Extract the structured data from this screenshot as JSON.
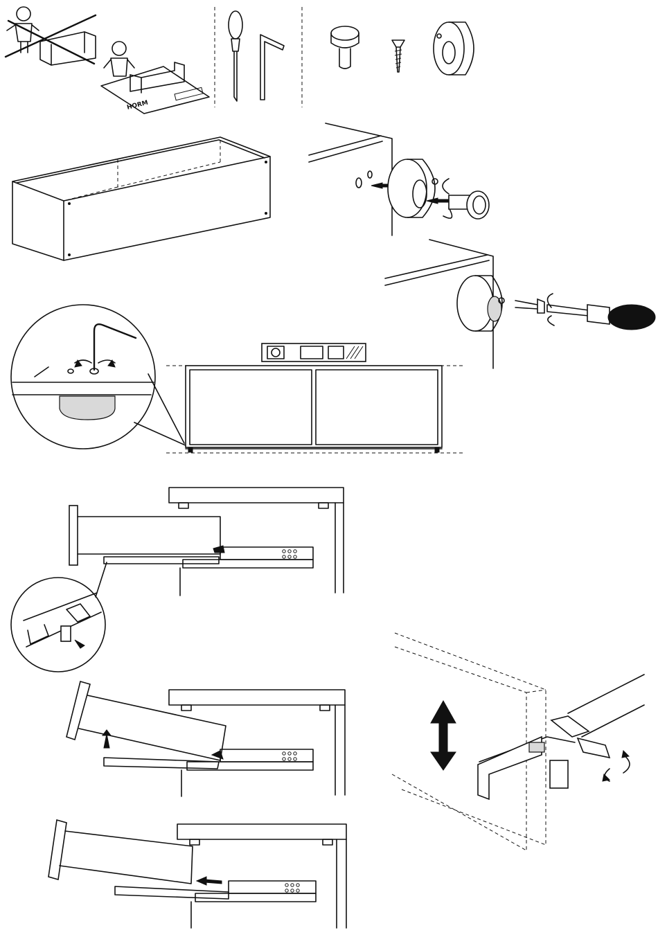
{
  "header": {
    "tools": [
      "screwdriver-icon",
      "allen-key-icon"
    ],
    "parts": [
      "connector-bolt-icon",
      "screw-icon",
      "cam-fitting-icon"
    ]
  },
  "mat_label": "HORM",
  "steps": [
    "assembly-warning",
    "cabinet-body",
    "cam-insert",
    "cam-screw",
    "level-adjust",
    "drawer-release",
    "drawer-tilt",
    "drawer-slide",
    "runner-adjust"
  ]
}
